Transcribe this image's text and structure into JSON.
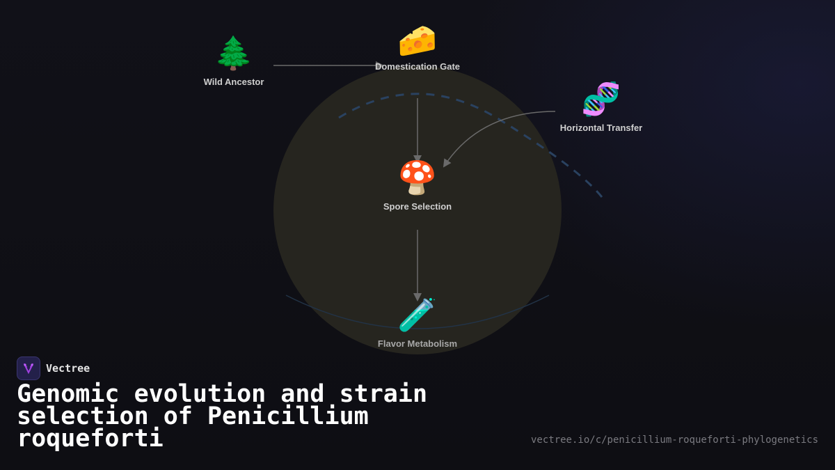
{
  "diagram": {
    "nodes": [
      {
        "id": "wild-ancestor",
        "label": "Wild Ancestor",
        "icon": "evergreen-tree-icon",
        "glyph": "🌲"
      },
      {
        "id": "domestication-gate",
        "label": "Domestication Gate",
        "icon": "cheese-icon",
        "glyph": "🧀"
      },
      {
        "id": "horizontal-transfer",
        "label": "Horizontal Transfer",
        "icon": "dna-icon",
        "glyph": "🧬"
      },
      {
        "id": "spore-selection",
        "label": "Spore Selection",
        "icon": "mushroom-icon",
        "glyph": "🍄"
      },
      {
        "id": "flavor-metabolism",
        "label": "Flavor Metabolism",
        "icon": "test-tube-icon",
        "glyph": "🧪"
      }
    ],
    "edges": [
      {
        "from": "wild-ancestor",
        "to": "domestication-gate"
      },
      {
        "from": "domestication-gate",
        "to": "spore-selection"
      },
      {
        "from": "horizontal-transfer",
        "to": "spore-selection"
      },
      {
        "from": "spore-selection",
        "to": "flavor-metabolism"
      }
    ],
    "colors": {
      "circle_fill": "#26251f",
      "dashed_arc": "#2a4260",
      "arrow": "#6a6a6a",
      "label": "#cfcfcf"
    }
  },
  "brand": {
    "name": "Vectree",
    "logo_color": "#a040e0"
  },
  "title": "Genomic evolution and strain selection of Penicillium roqueforti",
  "url": "vectree.io/c/penicillium-roqueforti-phylogenetics"
}
